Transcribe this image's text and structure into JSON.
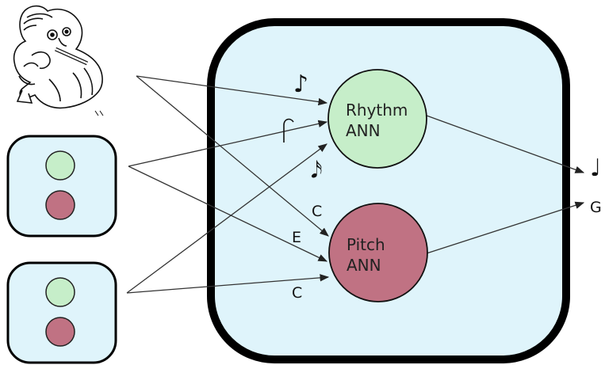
{
  "colors": {
    "panel_fill": "#dff4fb",
    "rhythm_fill": "#c6eec9",
    "pitch_fill": "#c07283",
    "border": "#000000"
  },
  "nodes": {
    "rhythm": {
      "line1": "Rhythm",
      "line2": "ANN"
    },
    "pitch": {
      "line1": "Pitch",
      "line2": "ANN"
    }
  },
  "inputs": {
    "flute_player": "flute-player-drawing",
    "unit_a": {
      "top_dot": "green",
      "bottom_dot": "red"
    },
    "unit_b": {
      "top_dot": "green",
      "bottom_dot": "red"
    }
  },
  "edge_labels": {
    "eighth_note": "♪",
    "half_note": "𝅗𝅥",
    "sixteenth_note": "𝅘𝅥𝅯",
    "note_c_upper": "C",
    "note_e": "E",
    "note_c_lower": "C"
  },
  "outputs": {
    "rhythm_out": "♩",
    "pitch_out": "G"
  },
  "icons": [
    "eighth-note-icon",
    "half-note-icon",
    "sixteenth-note-icon",
    "quarter-note-icon",
    "flute-player-icon"
  ]
}
